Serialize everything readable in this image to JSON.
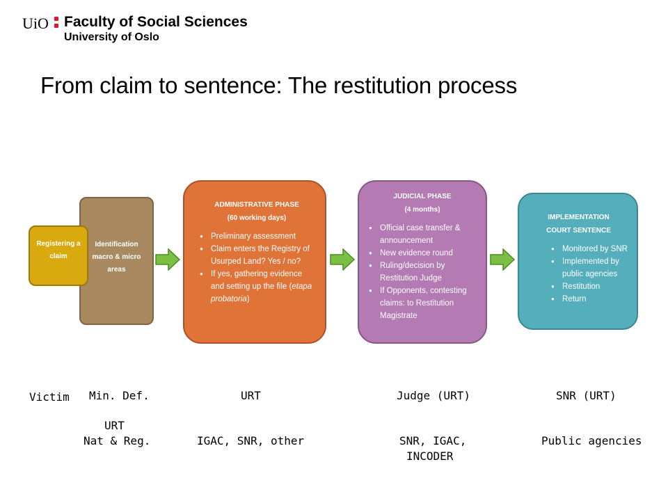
{
  "header": {
    "logo_uio": "UiO",
    "faculty": "Faculty of Social Sciences",
    "university": "University of Oslo",
    "colors": {
      "accent_red": "#d21e2b"
    }
  },
  "title": "From claim to sentence: The restitution process",
  "diagram": {
    "registering": {
      "label": "Registering a claim",
      "color": "#d8aa10"
    },
    "identification": {
      "label": "Identification macro & micro areas",
      "color": "#a98a60"
    },
    "administrative": {
      "title": "ADMINISTRATIVE PHASE",
      "subtitle": "(60 working days)",
      "color": "#e07438",
      "items": [
        {
          "text": "Preliminary assessment"
        },
        {
          "text": "Claim enters the Registry of Usurped Land? Yes / no?"
        },
        {
          "text": "If yes, gathering evidence and setting up the file ",
          "italic": "etapa probatoria",
          "pre": "(",
          "post": ")"
        }
      ]
    },
    "judicial": {
      "title": "JUDICIAL PHASE",
      "subtitle": "(4 months)",
      "color": "#b47ab4",
      "items": [
        "Official case transfer & announcement",
        "New evidence round",
        "Ruling/decision by Restitution Judge",
        "If Opponents, contesting claims: to Restitution Magistrate"
      ]
    },
    "implementation": {
      "title_line1": "IMPLEMENTATION",
      "title_line2": "COURT SENTENCE",
      "color": "#55aebb",
      "items": [
        "Monitored by SNR",
        "Implemented by public agencies",
        "Restitution",
        "Return"
      ]
    },
    "arrow_color": "#7ac143"
  },
  "actors": {
    "victim": "Victim",
    "col1_row1": "Min. Def.",
    "col1_row2a": "URT",
    "col1_row2b": "Nat & Reg.",
    "col2_row1": "URT",
    "col2_row2": "IGAC, SNR, other",
    "col3_row1": "Judge (URT)",
    "col3_row2a": "SNR, IGAC,",
    "col3_row2b": "INCODER",
    "col4_row1": "SNR (URT)",
    "col4_row2": "Public agencies"
  }
}
